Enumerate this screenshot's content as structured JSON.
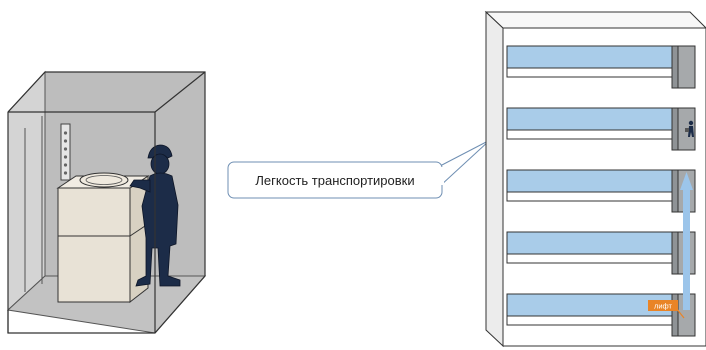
{
  "callout": {
    "text": "Легкость транспортировки"
  },
  "elevator_tag": {
    "text": "лифт"
  },
  "colors": {
    "outline": "#333333",
    "callout_border": "#6f8fb3",
    "floor_band": "#a9cce9",
    "elevator_car_fill": "#a6a9ab",
    "cabin_interior": "#cfcfcf",
    "unit_fill": "#e8e2d6",
    "person_fill": "#1c2c48",
    "tag_fill": "#e98427",
    "arrow_fill": "#9cc5ea"
  },
  "floors_count": 5,
  "arrow_floors": [
    3,
    4,
    5
  ]
}
